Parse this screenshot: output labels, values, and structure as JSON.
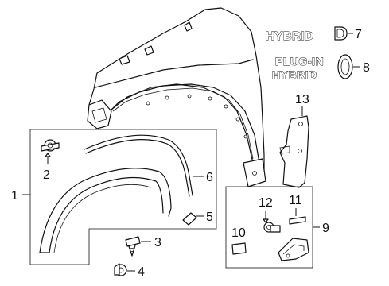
{
  "callouts": {
    "c1": "1",
    "c2": "2",
    "c3": "3",
    "c4": "4",
    "c5": "5",
    "c6": "6",
    "c7": "7",
    "c8": "8",
    "c9": "9",
    "c10": "10",
    "c11": "11",
    "c12": "12",
    "c13": "13"
  },
  "emblems": {
    "hybrid": "HYBRID",
    "plugin_line1": "PLUG-IN",
    "plugin_line2": "HYBRID"
  },
  "colors": {
    "line": "#111111",
    "background": "#ffffff"
  }
}
